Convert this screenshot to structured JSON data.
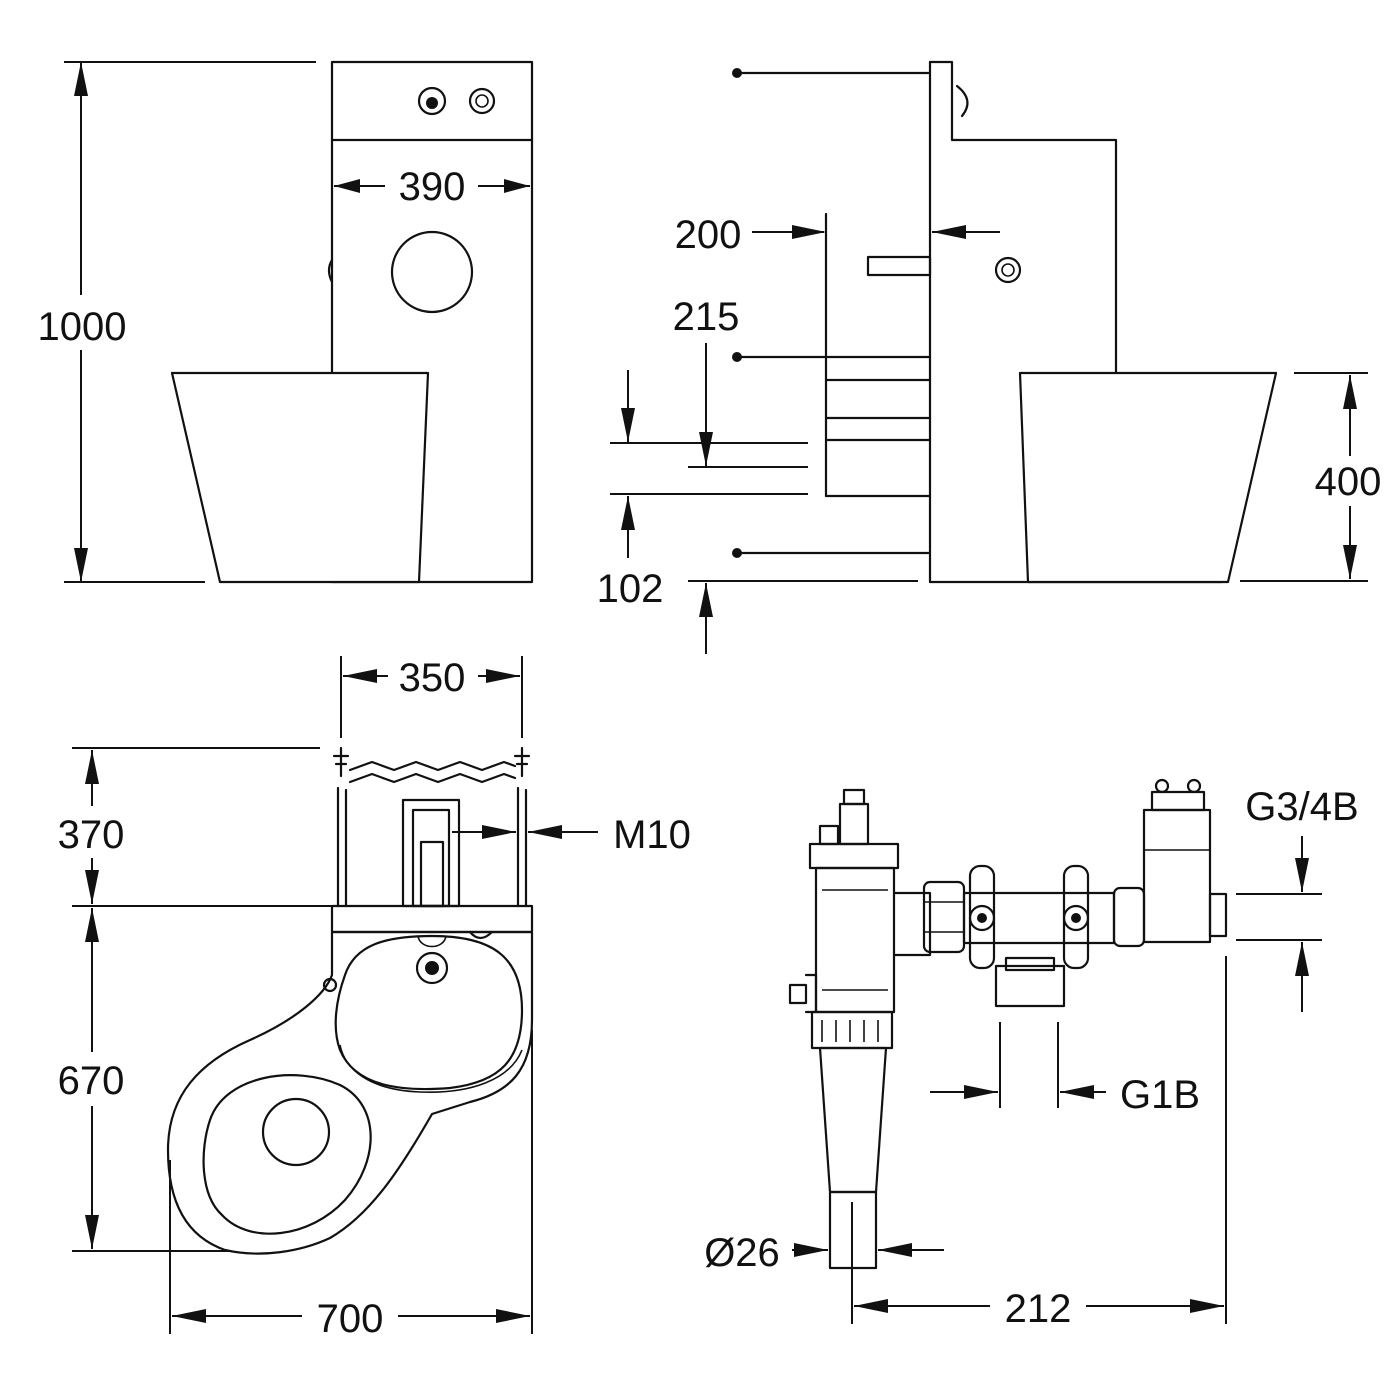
{
  "dimensions": {
    "front": {
      "height": "1000",
      "cabinet_width": "390"
    },
    "side": {
      "d200": "200",
      "d215": "215",
      "d102": "102",
      "d400": "400"
    },
    "plan": {
      "width_350": "350",
      "depth_370": "370",
      "thread": "M10",
      "depth_670": "670",
      "overall_700": "700"
    },
    "valve": {
      "inlet": "G3/4B",
      "connection": "G1B",
      "pipe_diameter": "Ø26",
      "offset": "212"
    }
  }
}
